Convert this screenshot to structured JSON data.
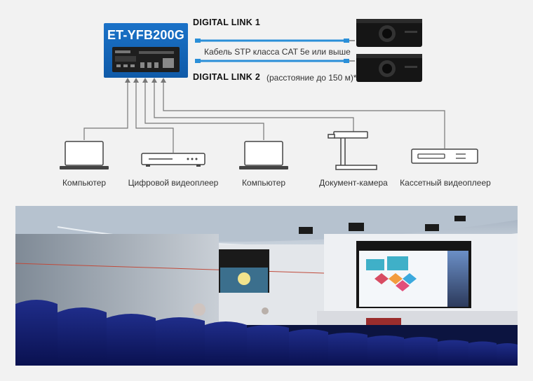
{
  "device": {
    "name": "ET-YFB200G"
  },
  "links": {
    "link1": "DIGITAL LINK 1",
    "link2": "DIGITAL LINK 2",
    "cable": "Кабель STP класса CAT 5e или выше",
    "distance": "(расстояние до 150 м)*"
  },
  "sources": [
    {
      "label": "Компьютер",
      "icon": "laptop-icon"
    },
    {
      "label": "Цифровой видеоплеер",
      "icon": "dvd-player-icon"
    },
    {
      "label": "Компьютер",
      "icon": "laptop-icon"
    },
    {
      "label": "Документ-камера",
      "icon": "document-camera-icon"
    },
    {
      "label": "Кассетный видеоплеер",
      "icon": "vcr-icon"
    }
  ],
  "colors": {
    "device_blue": "#1567bb",
    "cable_blue": "#2a8fd8",
    "line_gray": "#777777"
  }
}
